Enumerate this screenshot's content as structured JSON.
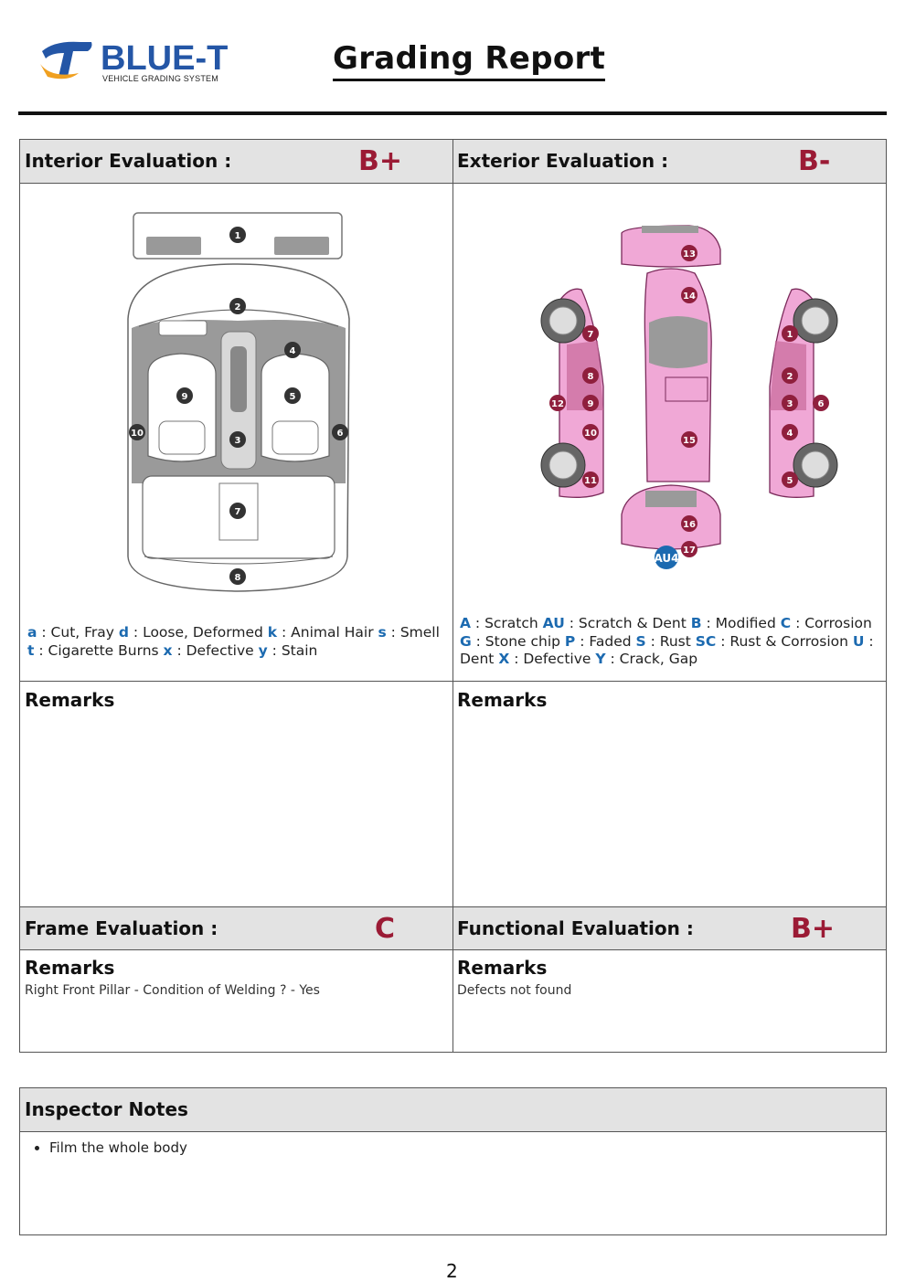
{
  "logo": {
    "brand": "BLUE-T",
    "tagline": "VEHICLE GRADING SYSTEM"
  },
  "title": "Grading Report",
  "interior": {
    "label": "Interior Evaluation :",
    "grade": "B+",
    "diagram_markers": [
      "1",
      "2",
      "3",
      "4",
      "5",
      "6",
      "7",
      "8",
      "9",
      "10"
    ],
    "legend": [
      {
        "key": "a",
        "text": " : Cut, Fray "
      },
      {
        "key": "d",
        "text": " : Loose, Deformed "
      },
      {
        "key": "k",
        "text": " : Animal Hair "
      },
      {
        "key": "s",
        "text": " : Smell "
      },
      {
        "key": "t",
        "text": " : Cigarette Burns "
      },
      {
        "key": "x",
        "text": " : Defective "
      },
      {
        "key": "y",
        "text": " : Stain"
      }
    ],
    "remarks_label": "Remarks",
    "remarks_text": ""
  },
  "exterior": {
    "label": "Exterior Evaluation :",
    "grade": "B-",
    "diagram_markers": [
      "1",
      "2",
      "3",
      "4",
      "5",
      "6",
      "7",
      "8",
      "9",
      "10",
      "11",
      "12",
      "13",
      "14",
      "15",
      "16",
      "17"
    ],
    "damage_tag": "AU4",
    "legend": [
      {
        "key": "A",
        "text": " : Scratch "
      },
      {
        "key": "AU",
        "text": " : Scratch & Dent "
      },
      {
        "key": "B",
        "text": " : Modified "
      },
      {
        "key": "C",
        "text": " : Corrosion "
      },
      {
        "key": "G",
        "text": " : Stone chip "
      },
      {
        "key": "P",
        "text": " : Faded "
      },
      {
        "key": "S",
        "text": " : Rust "
      },
      {
        "key": "SC",
        "text": " : Rust & Corrosion "
      },
      {
        "key": "U",
        "text": " : Dent "
      },
      {
        "key": "X",
        "text": " : Defective "
      },
      {
        "key": "Y",
        "text": " : Crack, Gap"
      }
    ],
    "remarks_label": "Remarks",
    "remarks_text": ""
  },
  "frame": {
    "label": "Frame Evaluation :",
    "grade": "C",
    "remarks_label": "Remarks",
    "remarks_text": "Right Front Pillar - Condition of Welding ? - Yes"
  },
  "functional": {
    "label": "Functional Evaluation :",
    "grade": "B+",
    "remarks_label": "Remarks",
    "remarks_text": "Defects not found"
  },
  "inspector_notes": {
    "label": "Inspector Notes",
    "items": [
      "Film the whole body"
    ]
  },
  "page_number": "2",
  "colors": {
    "grade": "#9b1b35",
    "legend_key": "#1c6ab0",
    "car_body": "#f0a8d6",
    "marker": "#8f1f3d",
    "header_bg": "#e3e3e3"
  }
}
